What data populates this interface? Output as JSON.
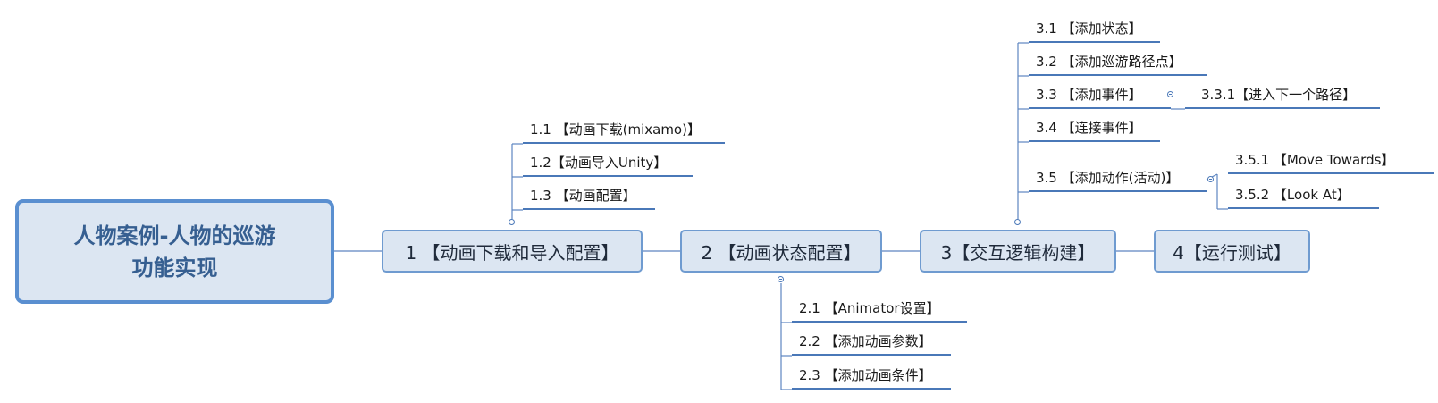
{
  "root": {
    "line1": "人物案例-人物的巡游",
    "line2": "功能实现"
  },
  "topics": [
    {
      "label": "1 【动画下载和导入配置】"
    },
    {
      "label": "2 【动画状态配置】"
    },
    {
      "label": "3【交互逻辑构建】"
    },
    {
      "label": "4【运行测试】"
    }
  ],
  "subtopics": {
    "t1": [
      "1.1 【动画下载(mixamo)】",
      "1.2【动画导入Unity】",
      "1.3 【动画配置】"
    ],
    "t2": [
      "2.1 【Animator设置】",
      "2.2 【添加动画参数】",
      "2.3 【添加动画条件】"
    ],
    "t3": [
      "3.1 【添加状态】",
      "3.2 【添加巡游路径点】",
      "3.3 【添加事件】",
      "3.4 【连接事件】",
      "3.5 【添加动作(活动)】"
    ],
    "t33": [
      "3.3.1【进入下一个路径】"
    ],
    "t35": [
      "3.5.1 【Move Towards】",
      "3.5.2 【Look At】"
    ]
  },
  "colors": {
    "node_fill": "#dce6f2",
    "node_border": "#6f9bd0",
    "root_border": "#5a8fd0",
    "root_text": "#365f91",
    "line": "#4a78b8"
  }
}
